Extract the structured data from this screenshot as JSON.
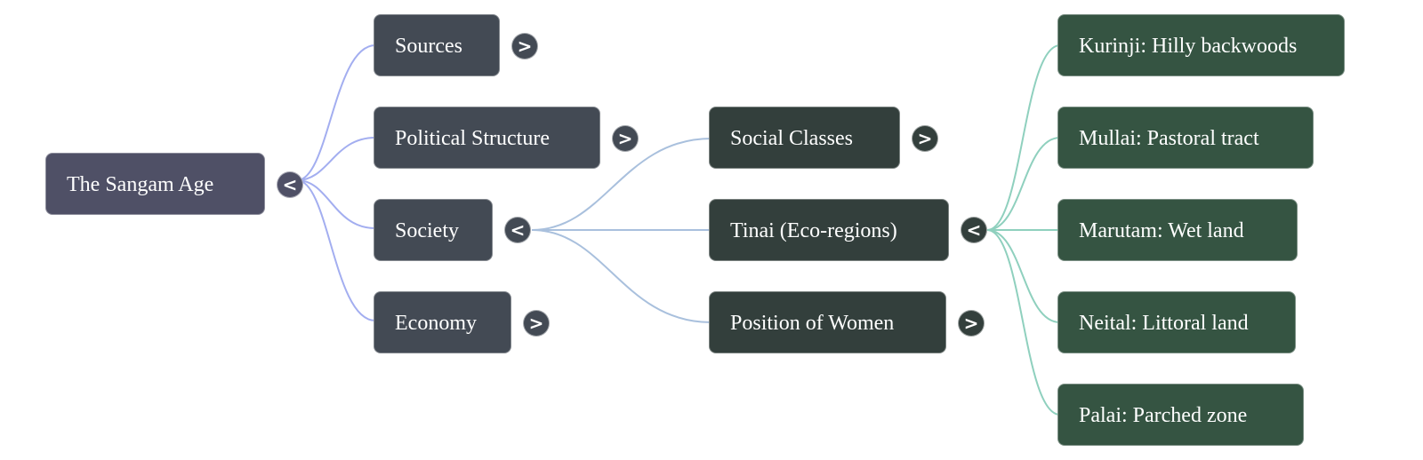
{
  "mindmap": {
    "root": {
      "label": "The Sangam Age",
      "toggle": "<",
      "expanded": true
    },
    "level1": [
      {
        "label": "Sources",
        "toggle": ">",
        "expanded": false
      },
      {
        "label": "Political Structure",
        "toggle": ">",
        "expanded": false
      },
      {
        "label": "Society",
        "toggle": "<",
        "expanded": true
      },
      {
        "label": "Economy",
        "toggle": ">",
        "expanded": false
      }
    ],
    "level2": [
      {
        "label": "Social Classes",
        "toggle": ">",
        "expanded": false
      },
      {
        "label": "Tinai (Eco-regions)",
        "toggle": "<",
        "expanded": true
      },
      {
        "label": "Position of Women",
        "toggle": ">",
        "expanded": false
      }
    ],
    "level3": [
      {
        "label": "Kurinji: Hilly backwoods"
      },
      {
        "label": "Mullai: Pastoral tract"
      },
      {
        "label": "Marutam: Wet land"
      },
      {
        "label": "Neital: Littoral land"
      },
      {
        "label": "Palai: Parched zone"
      }
    ]
  },
  "colors": {
    "root_node": "#4f5066",
    "level1_node": "#434a54",
    "level2_node": "#333f3c",
    "level3_node": "#355442",
    "root_links": "#a3aef0",
    "society_links": "#a9c0dd",
    "tinai_links": "#8fd0be"
  }
}
